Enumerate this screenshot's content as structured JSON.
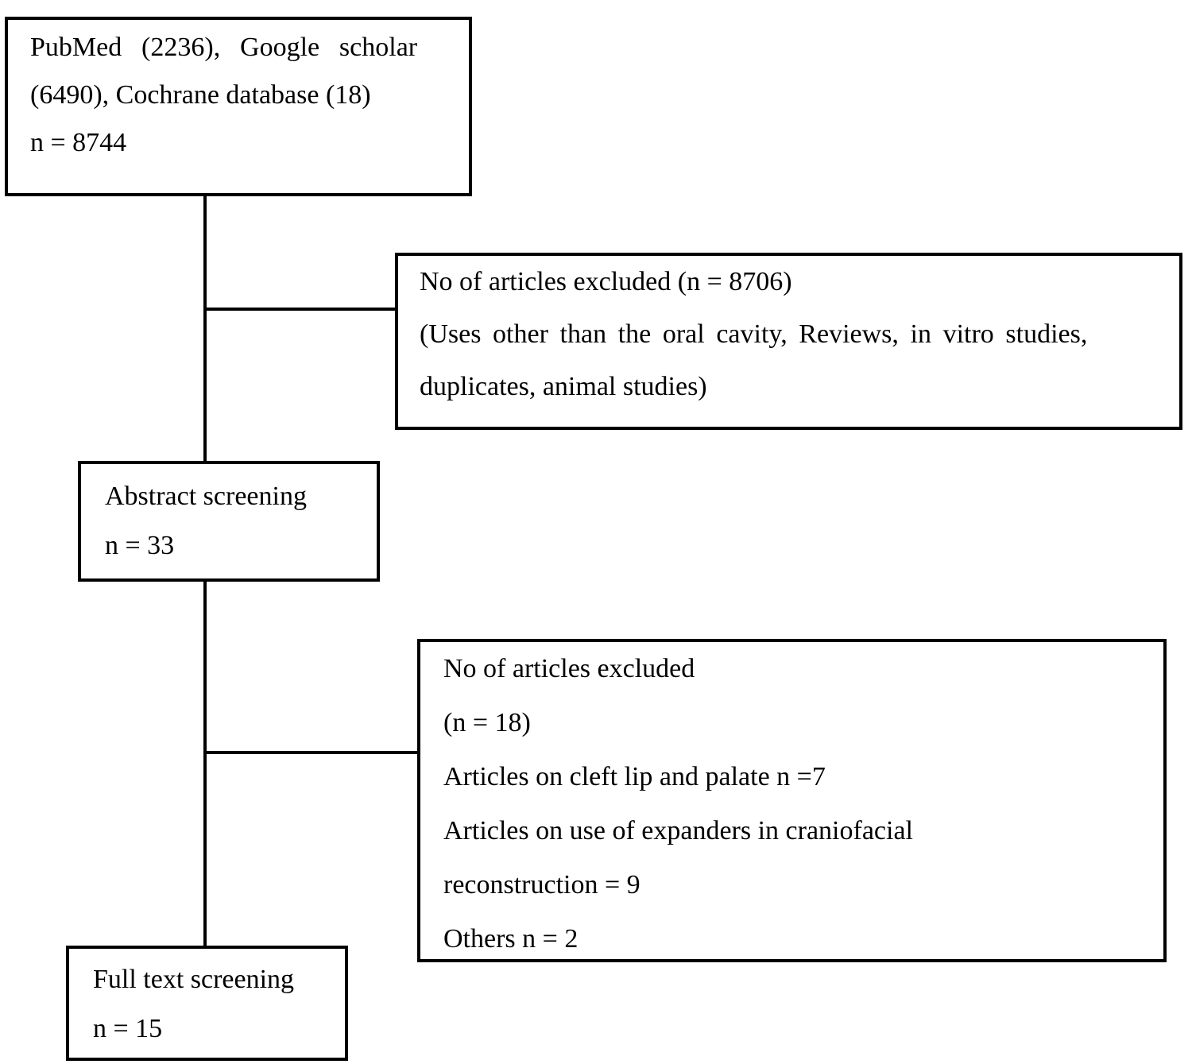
{
  "figure": {
    "type": "prisma-flow-diagram",
    "colors": {
      "background": "#ffffff",
      "box_border": "#000000",
      "text": "#000000",
      "connector": "#000000"
    },
    "boxes": {
      "sources": {
        "role": "identification",
        "lines": [
          "PubMed (2236), Google scholar",
          "(6490), Cochrane database (18)",
          "n = 8744"
        ]
      },
      "excluded1": {
        "role": "exclusion-after-identification",
        "lines": [
          "No of articles excluded (n = 8706)",
          "(Uses other than the oral cavity, Reviews, in vitro studies,",
          "duplicates, animal studies)"
        ]
      },
      "abstract": {
        "role": "abstract-screening",
        "lines": [
          "Abstract screening",
          "n = 33"
        ]
      },
      "excluded2": {
        "role": "exclusion-after-abstract-screening",
        "lines": [
          "No of articles excluded",
          "(n = 18)",
          "Articles on cleft lip and palate n =7",
          "Articles on use of expanders in craniofacial",
          "reconstruction = 9",
          "Others n = 2"
        ]
      },
      "fulltext": {
        "role": "full-text-screening",
        "lines": [
          "Full text screening",
          "n = 15"
        ]
      }
    }
  }
}
